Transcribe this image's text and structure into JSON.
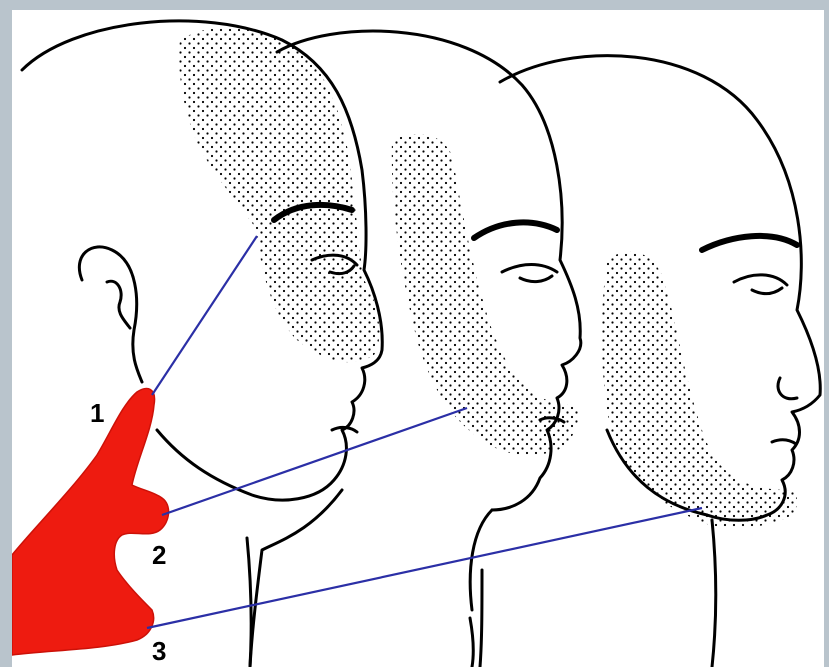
{
  "figure": {
    "labels": [
      {
        "id": "1",
        "text": "1"
      },
      {
        "id": "2",
        "text": "2"
      },
      {
        "id": "3",
        "text": "3"
      }
    ],
    "colors": {
      "background_frame": "#b9c4cc",
      "drawing_bg": "#ffffff",
      "ink": "#000000",
      "hand": "#ee1b10",
      "pointer_lines": "#2b2fa6"
    },
    "icons": {
      "hand": "red-hand-icon",
      "heads": [
        "head-profile-1",
        "head-profile-2",
        "head-profile-3"
      ]
    }
  }
}
